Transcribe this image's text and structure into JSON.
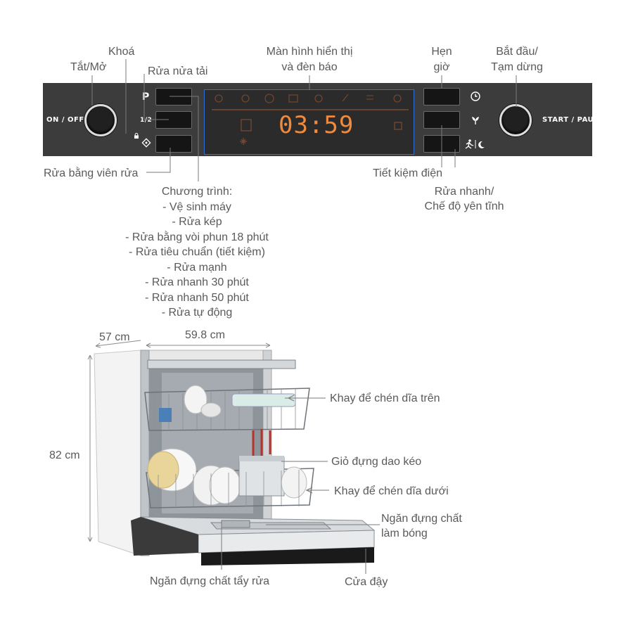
{
  "panel": {
    "on_off": "ON / OFF",
    "start_pause": "START / PAUSE",
    "btn_p": "P",
    "btn_half": "1/2",
    "time": "03:59"
  },
  "callouts": {
    "tat_mo": "Tắt/Mở",
    "khoa": "Khoá",
    "rua_nua_tai": "Rửa nửa tải",
    "man_hinh_1": "Màn hình hiển thị",
    "man_hinh_2": "và đèn báo",
    "hen_gio_1": "Hẹn",
    "hen_gio_2": "giờ",
    "bat_dau_1": "Bắt đầu/",
    "bat_dau_2": "Tạm dừng",
    "rua_vien": "Rửa bằng viên rửa",
    "tiet_kiem": "Tiết kiệm điện",
    "rua_nhanh_1": "Rửa nhanh/",
    "rua_nhanh_2": "Chế độ yên tĩnh"
  },
  "programs": {
    "title": "Chương trình:",
    "items": [
      "- Vệ sinh máy",
      "- Rửa kép",
      "- Rửa bằng vòi phun 18 phút",
      "- Rửa tiêu chuẩn (tiết kiệm)",
      "- Rửa mạnh",
      "- Rửa nhanh 30 phút",
      "- Rửa nhanh 50 phút",
      "- Rửa tự động"
    ]
  },
  "dimensions": {
    "depth": "57 cm",
    "width": "59.8 cm",
    "height": "82 cm"
  },
  "parts": {
    "khay_tren": "Khay để chén dĩa trên",
    "gio_dao": "Giỏ đựng dao kéo",
    "khay_duoi": "Khay để chén dĩa dưới",
    "ngan_bong_1": "Ngăn đựng chất",
    "ngan_bong_2": "làm bóng",
    "ngan_tay": "Ngăn đựng chất tẩy rửa",
    "cua_day": "Cửa đậy"
  },
  "colors": {
    "panel": "#3c3c3c",
    "display_border": "#2f6fd6",
    "display_digits": "#f08a3c"
  }
}
